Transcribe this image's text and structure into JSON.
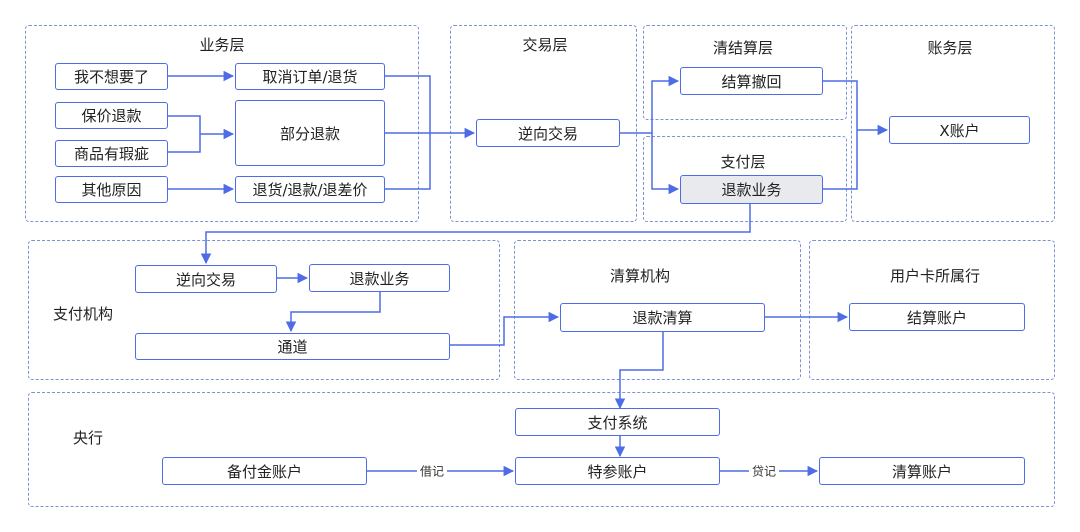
{
  "regions": {
    "business": "业务层",
    "trade": "交易层",
    "clearing": "清结算层",
    "payment": "支付层",
    "accounting": "账务层",
    "pay_institution": "支付机构",
    "clearing_institution": "清算机构",
    "user_bank": "用户卡所属行",
    "central_bank": "央行"
  },
  "nodes": {
    "dont_want": "我不想要了",
    "cancel_return": "取消订单/退货",
    "price_protect": "保价退款",
    "partial_refund": "部分退款",
    "defective": "商品有瑕疵",
    "other_reason": "其他原因",
    "return_refund_diff": "退货/退款/退差价",
    "reverse_trade": "逆向交易",
    "settle_revoke": "结算撤回",
    "refund_business": "退款业务",
    "x_account": "X账户",
    "pi_reverse_trade": "逆向交易",
    "pi_refund_business": "退款业务",
    "channel": "通道",
    "refund_clearing": "退款清算",
    "settle_account": "结算账户",
    "payment_system": "支付系统",
    "reserve_account": "备付金账户",
    "special_account": "特参账户",
    "clearing_account": "清算账户"
  },
  "edge_labels": {
    "debit": "借记",
    "credit": "贷记"
  }
}
